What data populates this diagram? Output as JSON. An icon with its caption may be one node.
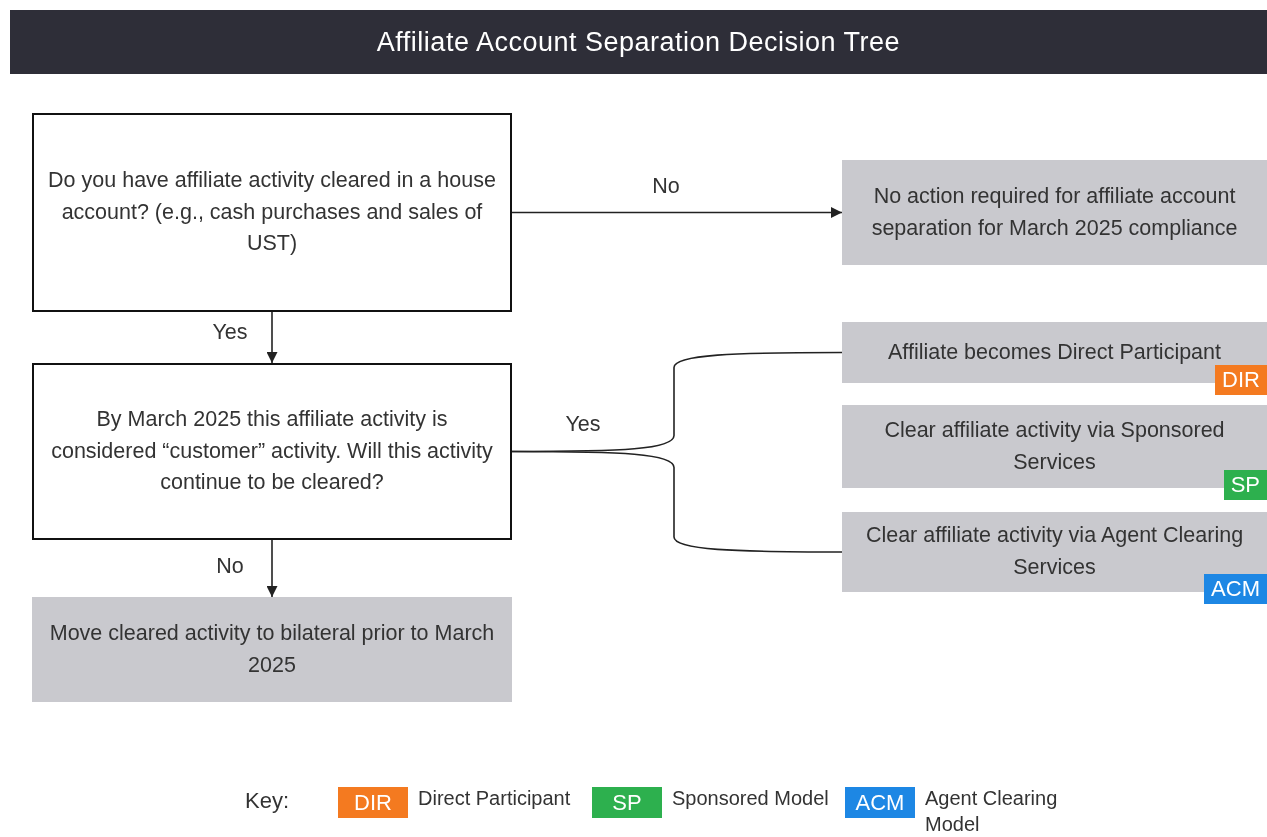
{
  "diagram": {
    "title": "Affiliate Account Separation Decision Tree",
    "nodes": [
      {
        "text": [
          "Do you have affiliate activity cleared in a house account? (e.g., cash purchases and sales of UST)"
        ]
      },
      {
        "text": [
          "No action required for affiliate account separation for March 2025 compliance"
        ]
      },
      {
        "text": [
          "By March 2025 this affiliate activity is considered “customer” activity. Will this activity continue to be cleared?"
        ]
      },
      {
        "text": [
          "Affiliate becomes Direct Participant",
          "DIR"
        ]
      },
      {
        "text": [
          "Clear affiliate activity via Sponsored Services",
          "SP"
        ]
      },
      {
        "text": [
          "Clear affiliate activity via Agent Clearing Services",
          "ACM"
        ]
      },
      {
        "text": [
          "Move cleared activity to bilateral prior to March 2025"
        ]
      }
    ],
    "edges": [
      {
        "from": 0,
        "to": 1,
        "arrow": "to",
        "label": "No"
      },
      {
        "from": 0,
        "to": 2,
        "arrow": "to",
        "label": "Yes"
      },
      {
        "from": 2,
        "to": 3,
        "arrow": "none",
        "label": "Yes"
      },
      {
        "from": 2,
        "to": 5,
        "arrow": "none"
      },
      {
        "from": 2,
        "to": 6,
        "arrow": "to",
        "label": "No"
      }
    ],
    "labels": [
      "Key:",
      "DIR",
      "SP",
      "ACM"
    ],
    "legend": [
      {
        "text": "Direct Participant",
        "color": "#f47a20"
      },
      {
        "text": "Sponsored Model",
        "color": "#2db04e"
      },
      {
        "text": "Agent Clearing Model",
        "color": "#1d87e4"
      }
    ]
  }
}
